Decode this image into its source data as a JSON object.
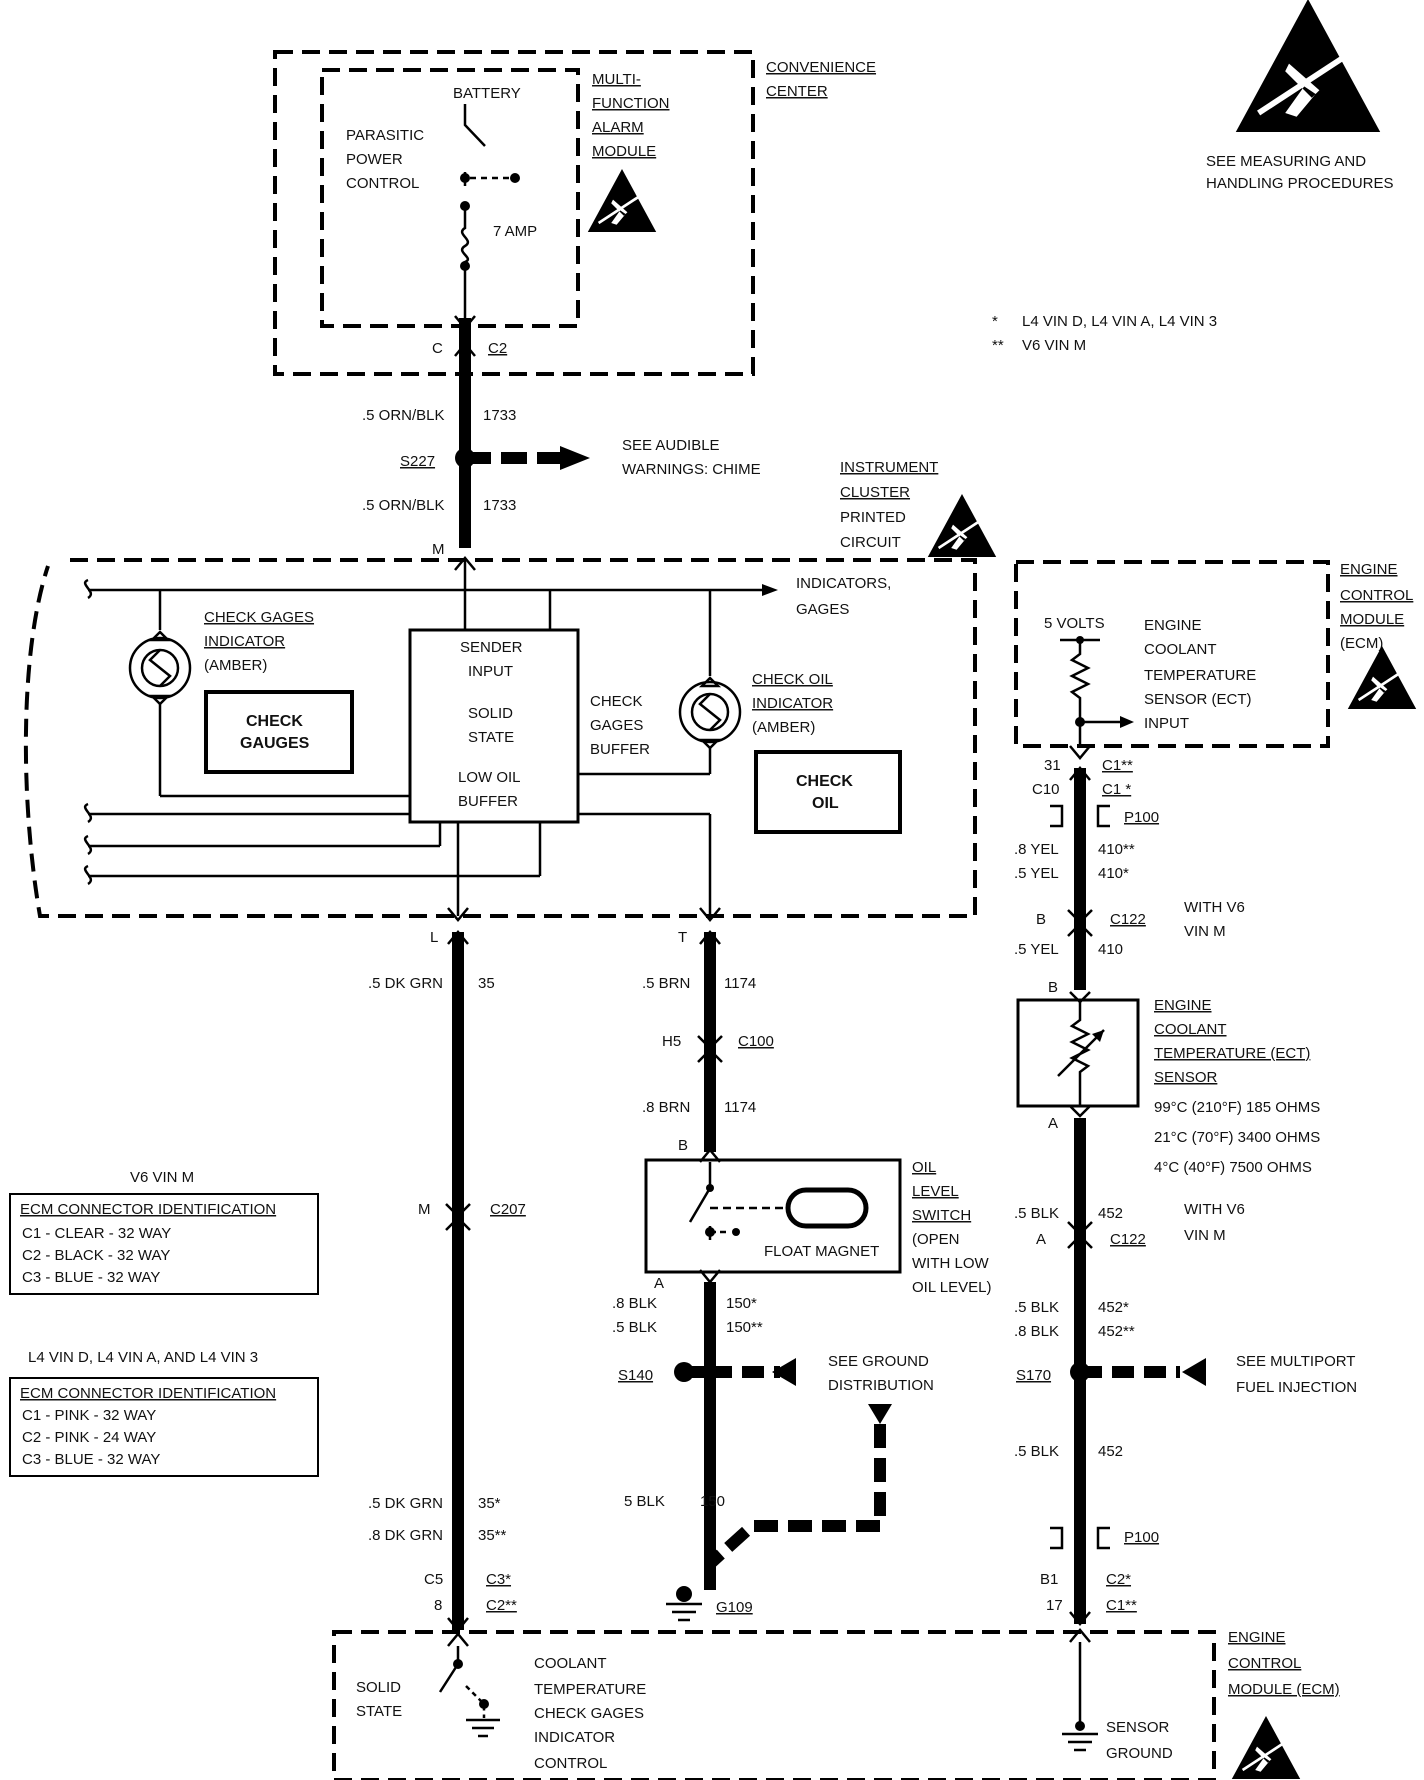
{
  "labels": {
    "convenience_center": [
      "CONVENIENCE",
      "CENTER"
    ],
    "battery": "BATTERY",
    "parasitic": [
      "PARASITIC",
      "POWER",
      "CONTROL"
    ],
    "multi_function": [
      "MULTI-",
      "FUNCTION",
      "ALARM",
      "MODULE"
    ],
    "fuse": "7 AMP",
    "esd_note": [
      "SEE MEASURING AND",
      "HANDLING PROCEDURES"
    ],
    "footnote_single": "L4 VIN D, L4 VIN A, L4 VIN 3",
    "footnote_double": "V6 VIN M",
    "conn_c": "C",
    "conn_c2": "C2",
    "w1733a_gauge": ".5 ORN/BLK",
    "w1733a_num": "1733",
    "s227": "S227",
    "see_audible": [
      "SEE AUDIBLE",
      "WARNINGS: CHIME"
    ],
    "w1733b_gauge": ".5 ORN/BLK",
    "w1733b_num": "1733",
    "instrument_cluster": [
      "INSTRUMENT",
      "CLUSTER",
      "PRINTED",
      "CIRCUIT"
    ],
    "pin_m": "M",
    "indicators_gages": [
      "INDICATORS,",
      "GAGES"
    ],
    "check_gages_indicator": [
      "CHECK GAGES",
      "INDICATOR",
      "(AMBER)"
    ],
    "check_gauges_box": [
      "CHECK",
      "GAUGES"
    ],
    "sender_box": [
      "SENDER",
      "INPUT",
      "SOLID",
      "STATE",
      "LOW OIL",
      "BUFFER"
    ],
    "check_gages_buffer": [
      "CHECK",
      "GAGES",
      "BUFFER"
    ],
    "check_oil_indicator": [
      "CHECK OIL",
      "INDICATOR",
      "(AMBER)"
    ],
    "check_oil_box": [
      "CHECK",
      "OIL"
    ],
    "engine_control_module_top": [
      "ENGINE",
      "CONTROL",
      "MODULE",
      "(ECM)"
    ],
    "five_volts": "5 VOLTS",
    "ect_input": [
      "ENGINE",
      "COOLANT",
      "TEMPERATURE",
      "SENSOR (ECT)",
      "INPUT"
    ],
    "pin_31": "31",
    "c1_dd": "C1**",
    "pin_c10": "C10",
    "c1_s": "C1 *",
    "p100_top": "P100",
    "w410_a_gauge": ".8 YEL",
    "w410_a_num": "410**",
    "w410_b_gauge": ".5 YEL",
    "w410_b_num": "410*",
    "pin_b1": "B",
    "c122_top": "C122",
    "with_v6_top": [
      "WITH V6",
      "VIN M"
    ],
    "w410_c_gauge": ".5 YEL",
    "w410_c_num": "410",
    "pin_b2": "B",
    "ect_sensor": [
      "ENGINE",
      "COOLANT",
      "TEMPERATURE (ECT)",
      "SENSOR"
    ],
    "ect_values": [
      "99°C (210°F) 185 OHMS",
      "21°C (70°F) 3400 OHMS",
      "4°C (40°F) 7500 OHMS"
    ],
    "pin_a_ect": "A",
    "w452_a_gauge": ".5 BLK",
    "w452_a_num": "452",
    "with_v6_bot": [
      "WITH V6",
      "VIN M"
    ],
    "pin_a_c122": "A",
    "c122_bot": "C122",
    "w452_b_gauge": ".5 BLK",
    "w452_b_num": "452*",
    "w452_c_gauge": ".8 BLK",
    "w452_c_num": "452**",
    "s170": "S170",
    "see_multiport": [
      "SEE MULTIPORT",
      "FUEL INJECTION"
    ],
    "w452_d_gauge": ".5 BLK",
    "w452_d_num": "452",
    "p100_bot": "P100",
    "pin_b1_bot": "B1",
    "c2_s": "C2*",
    "pin_17": "17",
    "c1_dd_bot": "C1**",
    "ecm_bottom": [
      "ENGINE",
      "CONTROL",
      "MODULE (ECM)"
    ],
    "sensor_ground": [
      "SENSOR",
      "GROUND"
    ],
    "pin_l": "L",
    "w35_gauge": ".5 DK GRN",
    "w35_num": "35",
    "pin_m_c207": "M",
    "c207": "C207",
    "w35_b_gauge": ".5 DK GRN",
    "w35_b_num": "35*",
    "w35_c_gauge": ".8 DK GRN",
    "w35_c_num": "35**",
    "pin_c5": "C5",
    "c3_s": "C3*",
    "pin_8": "8",
    "c2_dd": "C2**",
    "pin_t": "T",
    "w1174_a_gauge": ".5 BRN",
    "w1174_a_num": "1174",
    "pin_h5": "H5",
    "c100": "C100",
    "w1174_b_gauge": ".8 BRN",
    "w1174_b_num": "1174",
    "pin_b_oil": "B",
    "oil_level_switch": [
      "OIL",
      "LEVEL",
      "SWITCH",
      "(OPEN",
      "WITH LOW",
      "OIL LEVEL)"
    ],
    "float_magnet": "FLOAT MAGNET",
    "pin_a_oil": "A",
    "w150_a_gauge": ".8 BLK",
    "w150_a_num": "150*",
    "w150_b_gauge": ".5 BLK",
    "w150_b_num": "150**",
    "s140": "S140",
    "see_ground": [
      "SEE GROUND",
      "DISTRIBUTION"
    ],
    "w150_c_gauge": "5 BLK",
    "w150_c_num": "150",
    "g109": "G109",
    "solid_state": [
      "SOLID",
      "STATE"
    ],
    "coolant_control": [
      "COOLANT",
      "TEMPERATURE",
      "CHECK GAGES",
      "INDICATOR",
      "CONTROL"
    ],
    "v6_table_title": "V6 VIN M",
    "v6_table": [
      "ECM CONNECTOR IDENTIFICATION",
      "C1 - CLEAR - 32 WAY",
      "C2 - BLACK - 32 WAY",
      "C3 - BLUE - 32 WAY"
    ],
    "l4_table_title": "L4 VIN D, L4 VIN A, AND L4 VIN 3",
    "l4_table": [
      "ECM CONNECTOR IDENTIFICATION",
      "C1 - PINK - 32 WAY",
      "C2 - PINK - 24 WAY",
      "C3 - BLUE - 32 WAY"
    ]
  }
}
